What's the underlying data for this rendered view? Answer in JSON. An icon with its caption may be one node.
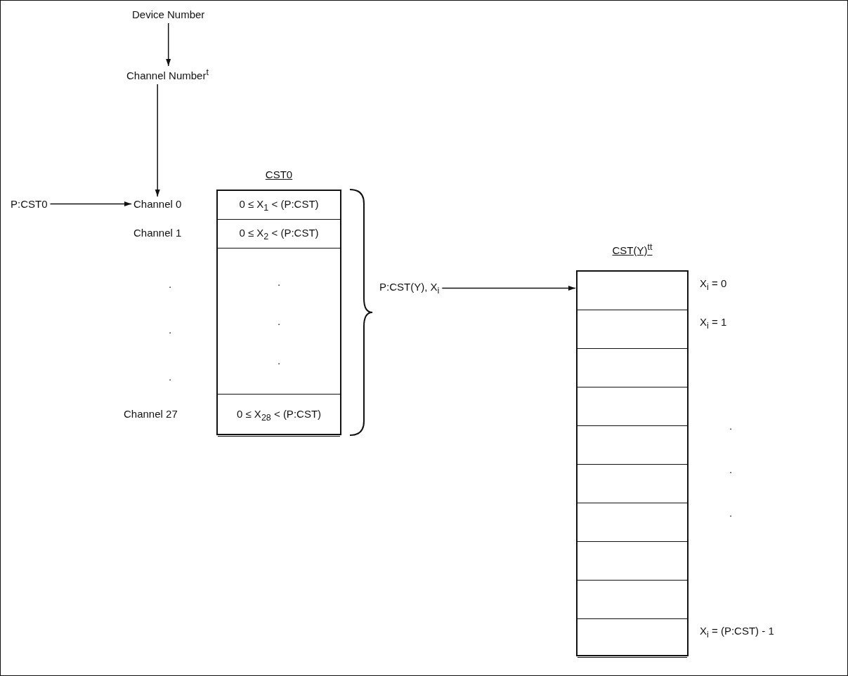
{
  "diagram": {
    "nodes": [
      {
        "text": [
          "Device Number"
        ]
      },
      {
        "text": [
          "Channel Number$^{t}$"
        ]
      },
      {
        "text": [
          "P:CST0"
        ]
      },
      {
        "text": [
          "Channel 0"
        ]
      },
      {
        "text": [
          "CST0"
        ]
      },
      {
        "text": [
          "0 ≤ X$_{1}$ < (P:CST)"
        ],
        "in": 4
      },
      {
        "text": [
          "0 ≤ X$_{2}$ < (P:CST)"
        ],
        "in": 4
      },
      {
        "text": [
          ".",
          ".",
          "."
        ],
        "in": 4
      },
      {
        "text": [
          "0 ≤ X$_{28}$ < (P:CST)"
        ],
        "in": 4
      },
      {
        "text": [
          "P:CST(Y), X$_{i}$"
        ]
      },
      {
        "text": [
          "CST(Y)$^{tt}$"
        ]
      },
      {
        "text": [],
        "shape": "box",
        "in": 10,
        "beside": [
          "X$_{i}$ = 0"
        ]
      },
      {
        "text": [],
        "shape": "box",
        "in": 10,
        "beside": [
          "X$_{i}$ = 1"
        ]
      },
      {
        "text": [],
        "shape": "box",
        "in": 10
      },
      {
        "text": [],
        "shape": "box",
        "in": 10
      },
      {
        "text": [],
        "shape": "box",
        "in": 10
      },
      {
        "text": [],
        "shape": "box",
        "in": 10
      },
      {
        "text": [],
        "shape": "box",
        "in": 10
      },
      {
        "text": [],
        "shape": "box",
        "in": 10
      },
      {
        "text": [],
        "shape": "box",
        "in": 10
      },
      {
        "text": [],
        "shape": "box",
        "in": 10,
        "beside": [
          "X$_{i}$ = (P:CST) - 1"
        ]
      }
    ],
    "edges": [
      {
        "from": 0,
        "to": 1,
        "arrow": "to"
      },
      {
        "from": 1,
        "to": 3,
        "arrow": "to"
      },
      {
        "from": 2,
        "to": 3,
        "arrow": "to"
      },
      {
        "from": 9,
        "to": 11,
        "arrow": "to"
      }
    ],
    "labels": [
      "Channel 1",
      ".",
      ".",
      ".",
      "Channel 27",
      ".",
      ".",
      "."
    ]
  }
}
